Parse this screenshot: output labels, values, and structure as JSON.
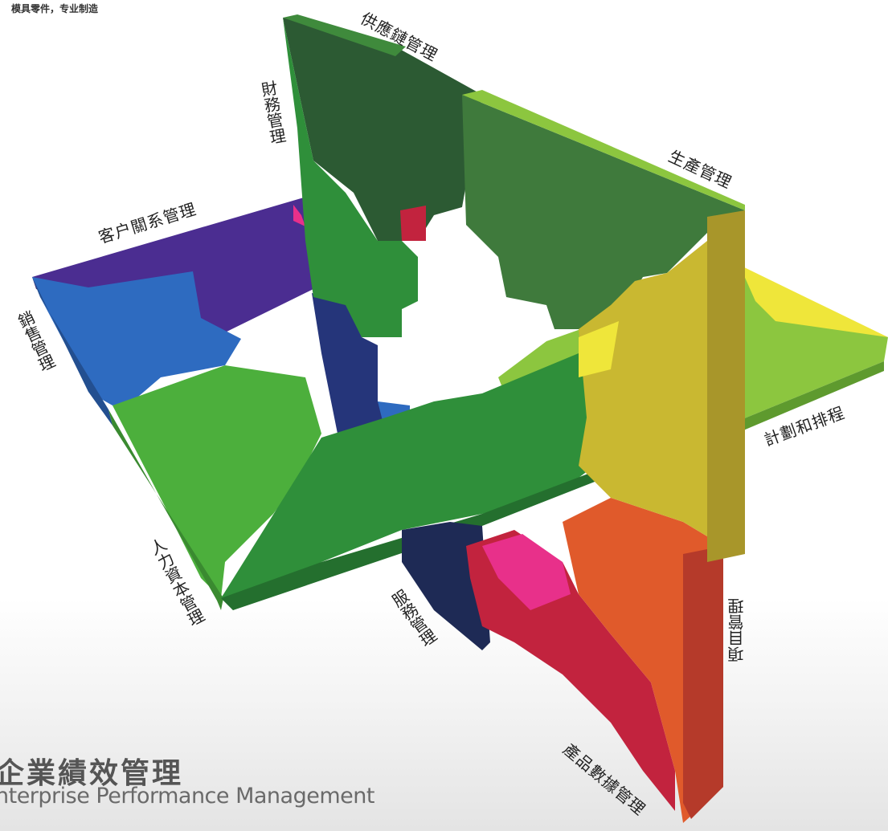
{
  "tagline": "模具零件，专业制造",
  "footer": {
    "title": "企業績效管理",
    "subtitle": "nterprise Performance Management"
  },
  "modules": {
    "supply_chain": "供應鏈管理",
    "finance": "財務管理",
    "production": "生產管理",
    "crm": "客户關系管理",
    "sales": "銷售管理",
    "planning": "計劃和排程",
    "hr": "人力資本管理",
    "service": "服務管理",
    "project": "項目管理",
    "pdm": "產品數據管理"
  },
  "colors": {
    "purple": "#4b2d91",
    "blue": "#2e6bc0",
    "green_bright": "#4caf3c",
    "green_mid": "#2f8f3a",
    "green_dark": "#2c5a33",
    "lime": "#8cc63f",
    "yellow": "#efe63a",
    "olive": "#c9b831",
    "orange": "#e05a2b",
    "crimson": "#c2233e",
    "magenta": "#e8308a",
    "navy": "#1e2a55"
  }
}
